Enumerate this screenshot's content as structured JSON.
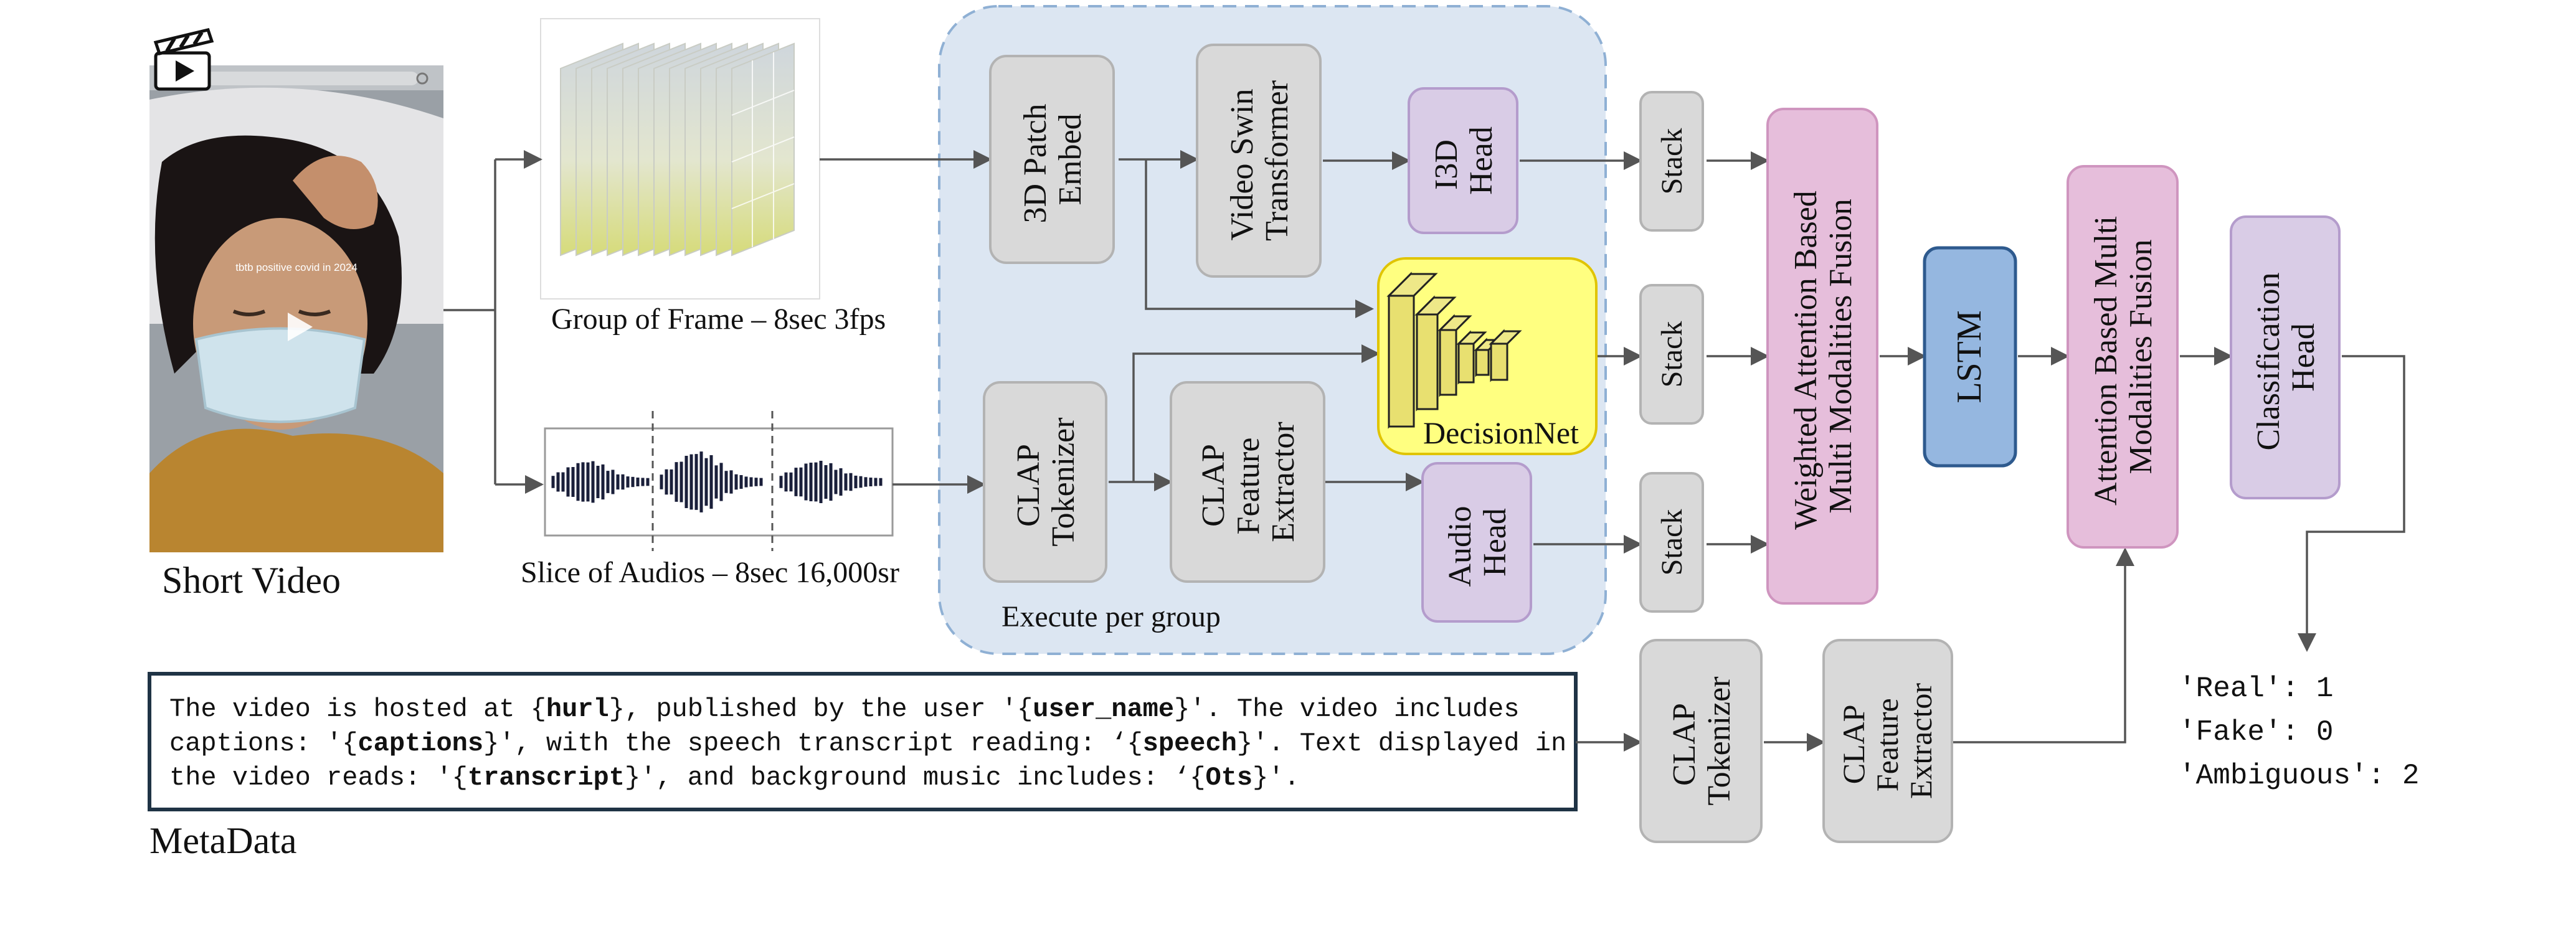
{
  "inputs": {
    "video_label": "Short Video",
    "video_overlay_caption": "tbtb positive covid in 2024",
    "frames_label": "Group of Frame – 8sec 3fps",
    "audio_label": "Slice of Audios – 8sec 16,000sr",
    "metadata_label": "MetaData"
  },
  "group_box": {
    "label": "Execute per group"
  },
  "blocks": {
    "patch_embed": [
      "3D Patch",
      "Embed"
    ],
    "video_swin": [
      "Video Swin",
      "Transformer"
    ],
    "i3d_head": [
      "I3D",
      "Head"
    ],
    "clap_tokenizer": [
      "CLAP",
      "Tokenizer"
    ],
    "clap_feature_extractor": [
      "CLAP",
      "Feature",
      "Extractor"
    ],
    "audio_head": [
      "Audio",
      "Head"
    ],
    "decisionnet": "DecisionNet",
    "stack": "Stack",
    "weighted_fusion": [
      "Weighted Attention Based",
      "Multi Modalities Fusion"
    ],
    "lstm": "LSTM",
    "attention_fusion": [
      "Attention Based Multi",
      "Modalities Fusion"
    ],
    "classification_head": [
      "Classification",
      "Head"
    ],
    "meta_tokenizer": [
      "CLAP",
      "Tokenizer"
    ],
    "meta_feature_extractor": [
      "CLAP",
      "Feature",
      "Extractor"
    ]
  },
  "metadata_template": [
    [
      {
        "t": "The video is hosted at {",
        "b": false
      },
      {
        "t": "hurl",
        "b": true
      },
      {
        "t": "}, published by the user '{",
        "b": false
      },
      {
        "t": "user_name",
        "b": true
      },
      {
        "t": "}'. The video includes",
        "b": false
      }
    ],
    [
      {
        "t": "captions: '{",
        "b": false
      },
      {
        "t": "captions",
        "b": true
      },
      {
        "t": "}', with the speech transcript reading: ‘{",
        "b": false
      },
      {
        "t": "speech",
        "b": true
      },
      {
        "t": "}'. Text displayed in",
        "b": false
      }
    ],
    [
      {
        "t": "the video reads: '{",
        "b": false
      },
      {
        "t": "transcript",
        "b": true
      },
      {
        "t": "}', and background music includes: ‘{",
        "b": false
      },
      {
        "t": "Ots",
        "b": true
      },
      {
        "t": "}'.",
        "b": false
      }
    ]
  ],
  "output_labels": [
    "'Real': 1",
    "'Fake': 0",
    "'Ambiguous': 2"
  ],
  "colors": {
    "gray_fill": "#d9d9d9",
    "gray_stroke": "#b3b3b3",
    "purple_fill": "#d9cce6",
    "purple_stroke": "#b49ccc",
    "pink_fill": "#e6bedb",
    "pink_stroke": "#cf95bf",
    "blue_fill": "#95b7e0",
    "blue_stroke": "#2e5a8e",
    "yellow_fill": "#ffff80",
    "yellow_stroke": "#e0c400",
    "group_fill": "#dce6f2",
    "group_stroke": "#8fb0d4",
    "arrow": "#555555",
    "metadata_border": "#1f3345"
  }
}
